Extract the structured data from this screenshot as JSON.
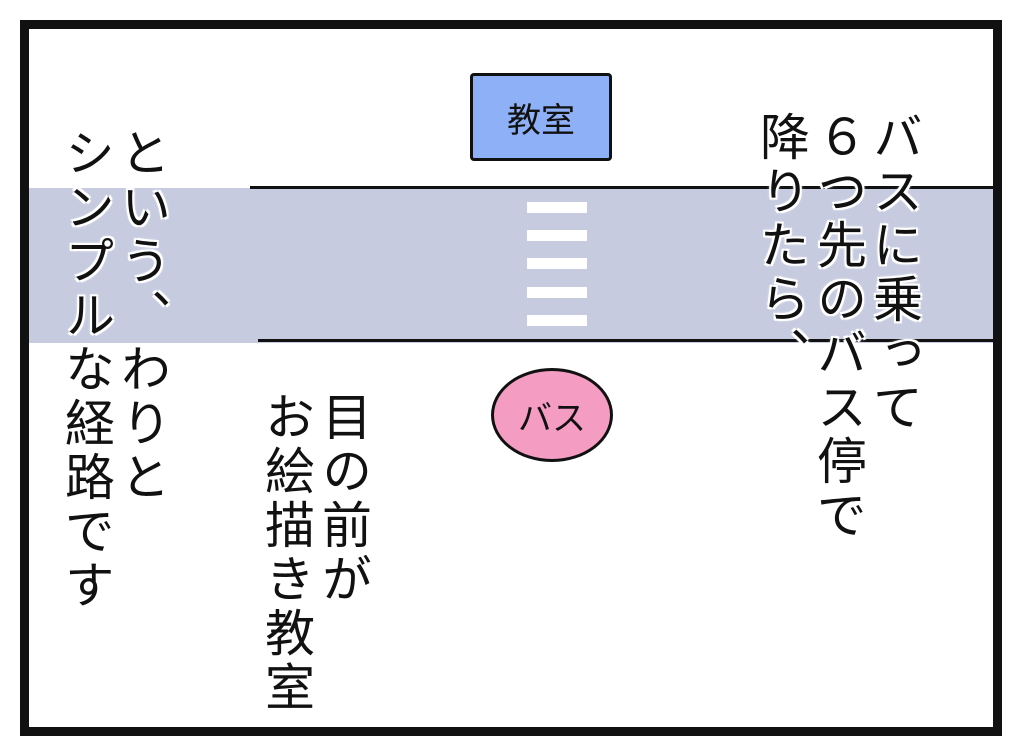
{
  "map": {
    "classroom_sign": "教室",
    "bus_stop_sign": "バス",
    "colors": {
      "road": "#c6cbe0",
      "classroom": "#8eb0f6",
      "bus_stop": "#f59cc2"
    }
  },
  "narration": {
    "right": [
      "バスに乗って",
      "６つ先のバス停で",
      "降りたら、"
    ],
    "middle": [
      "目の前が",
      "お絵描き教室"
    ],
    "left": [
      "という、わりと",
      "シンプルな経路です"
    ]
  }
}
